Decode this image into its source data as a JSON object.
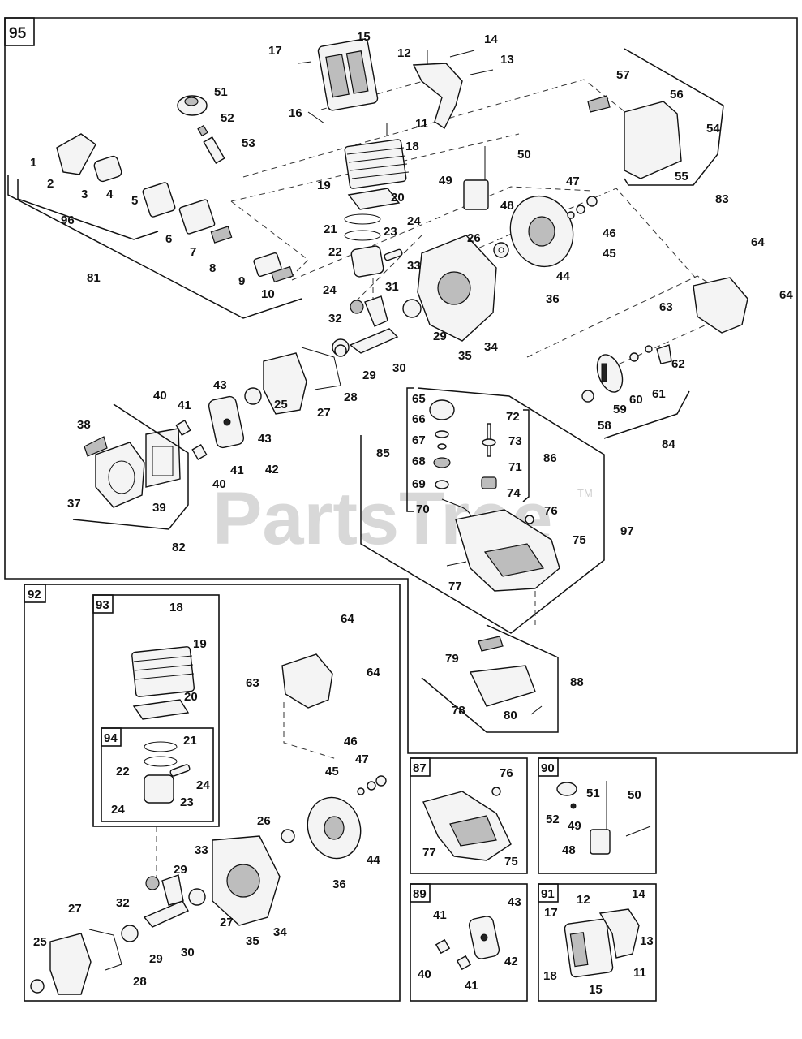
{
  "diagram": {
    "watermark": "PartsTree",
    "watermark_tm": "TM",
    "main_box_label": "95",
    "groups": {
      "g92": "92",
      "g93": "93",
      "g94": "94",
      "g87": "87",
      "g89": "89",
      "g90": "90",
      "g91": "91"
    },
    "callouts_main": {
      "c1": "1",
      "c2": "2",
      "c3": "3",
      "c4": "4",
      "c5": "5",
      "c6": "6",
      "c7": "7",
      "c8": "8",
      "c9": "9",
      "c10": "10",
      "c11": "11",
      "c12": "12",
      "c13": "13",
      "c14": "14",
      "c15": "15",
      "c16": "16",
      "c17": "17",
      "c18": "18",
      "c19": "19",
      "c20": "20",
      "c21": "21",
      "c22": "22",
      "c23": "23",
      "c24a": "24",
      "c24b": "24",
      "c25": "25",
      "c26": "26",
      "c27": "27",
      "c28": "28",
      "c29a": "29",
      "c29b": "29",
      "c30": "30",
      "c31": "31",
      "c32": "32",
      "c33": "33",
      "c34": "34",
      "c35": "35",
      "c36": "36",
      "c37": "37",
      "c38": "38",
      "c39": "39",
      "c40a": "40",
      "c40b": "40",
      "c41a": "41",
      "c41b": "41",
      "c42": "42",
      "c43a": "43",
      "c43b": "43",
      "c44": "44",
      "c45": "45",
      "c46": "46",
      "c47": "47",
      "c48": "48",
      "c49": "49",
      "c50": "50",
      "c51": "51",
      "c52": "52",
      "c53": "53",
      "c54": "54",
      "c55": "55",
      "c56": "56",
      "c57": "57",
      "c58": "58",
      "c59": "59",
      "c60": "60",
      "c61": "61",
      "c62": "62",
      "c63": "63",
      "c64a": "64",
      "c64b": "64",
      "c65": "65",
      "c66": "66",
      "c67": "67",
      "c68": "68",
      "c69": "69",
      "c70": "70",
      "c71": "71",
      "c72": "72",
      "c73": "73",
      "c74": "74",
      "c75": "75",
      "c76": "76",
      "c77": "77",
      "c78": "78",
      "c79": "79",
      "c80": "80",
      "c81": "81",
      "c82": "82",
      "c83": "83",
      "c84": "84",
      "c85": "85",
      "c86": "86",
      "c88": "88",
      "c96": "96",
      "c97": "97"
    },
    "callouts_92": {
      "c18": "18",
      "c19": "19",
      "c20": "20",
      "c21": "21",
      "c22": "22",
      "c23": "23",
      "c24a": "24",
      "c24b": "24",
      "c25": "25",
      "c26": "26",
      "c27a": "27",
      "c27b": "27",
      "c28": "28",
      "c29a": "29",
      "c29b": "29",
      "c30": "30",
      "c32": "32",
      "c33": "33",
      "c34": "34",
      "c35": "35",
      "c36": "36",
      "c44": "44",
      "c45": "45",
      "c46": "46",
      "c47": "47",
      "c63": "63",
      "c64a": "64",
      "c64b": "64"
    },
    "callouts_87": {
      "c76": "76",
      "c77": "77",
      "c75": "75"
    },
    "callouts_90": {
      "c51": "51",
      "c50": "50",
      "c52": "52",
      "c49": "49",
      "c48": "48"
    },
    "callouts_89": {
      "c43": "43",
      "c41a": "41",
      "c42": "42",
      "c40": "40",
      "c41b": "41"
    },
    "callouts_91": {
      "c12": "12",
      "c14": "14",
      "c17": "17",
      "c13": "13",
      "c11": "11",
      "c18": "18",
      "c15": "15"
    }
  }
}
